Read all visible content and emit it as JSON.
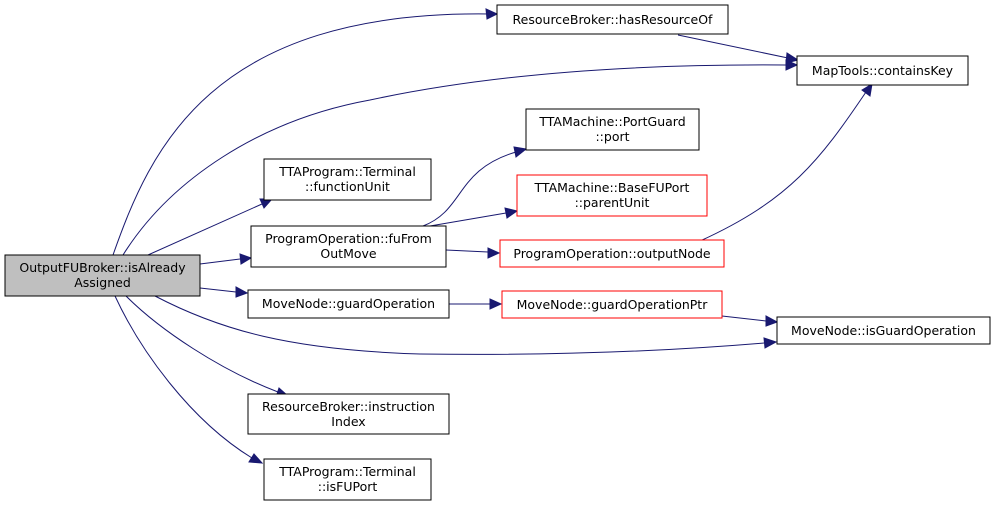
{
  "nodes": {
    "root": {
      "lines": [
        "OutputFUBroker::isAlready",
        "Assigned"
      ]
    },
    "has_resource_of": {
      "lines": [
        "ResourceBroker::hasResourceOf"
      ]
    },
    "contains_key": {
      "lines": [
        "MapTools::containsKey"
      ]
    },
    "port_guard_port": {
      "lines": [
        "TTAMachine::PortGuard",
        "::port"
      ]
    },
    "terminal_function_unit": {
      "lines": [
        "TTAProgram::Terminal",
        "::functionUnit"
      ]
    },
    "base_fu_port_parent_unit": {
      "lines": [
        "TTAMachine::BaseFUPort",
        "::parentUnit"
      ]
    },
    "fu_from_out_move": {
      "lines": [
        "ProgramOperation::fuFrom",
        "OutMove"
      ]
    },
    "output_node": {
      "lines": [
        "ProgramOperation::outputNode"
      ]
    },
    "guard_operation": {
      "lines": [
        "MoveNode::guardOperation"
      ]
    },
    "guard_operation_ptr": {
      "lines": [
        "MoveNode::guardOperationPtr"
      ]
    },
    "is_guard_operation": {
      "lines": [
        "MoveNode::isGuardOperation"
      ]
    },
    "instruction_index": {
      "lines": [
        "ResourceBroker::instruction",
        "Index"
      ]
    },
    "terminal_is_fu_port": {
      "lines": [
        "TTAProgram::Terminal",
        "::isFUPort"
      ]
    }
  },
  "colors": {
    "root_fill": "#bfbfbf",
    "default_border": "#000000",
    "highlight_border": "#ff0000",
    "edge": "#191970"
  }
}
